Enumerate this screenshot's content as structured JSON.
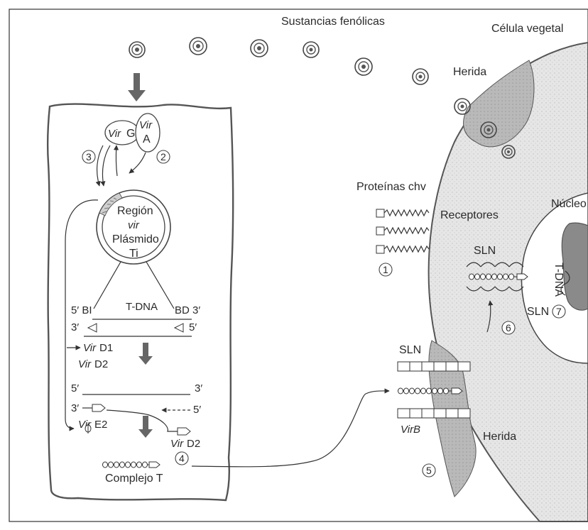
{
  "labels": {
    "phenolics": "Sustancias fenólicas",
    "plant_cell": "Célula vegetal",
    "wound_top": "Herida",
    "wound_bottom": "Herida",
    "chv_proteins": "Proteínas chv",
    "receptors": "Receptores",
    "nucleus": "Núcleo",
    "tdna_nucleus": "T-DNA",
    "sln_top": "SLN",
    "sln_right": "SLN",
    "sln_left": "SLN",
    "virb": "VirB",
    "vir_g_italic": "Vir",
    "vir_g_letter": "G",
    "vir_a_italic": "Vir",
    "vir_a_letter": "A",
    "region_1": "Región",
    "region_2": "vir",
    "region_3": "Plásmido",
    "region_4": "Ti",
    "five_prime_bi": "5′ BI",
    "tdna": "T-DNA",
    "bd_three": "BD 3′",
    "three_left": "3′",
    "five_right": "5′",
    "vird1_italic": "Vir",
    "vird1_rest": "D1",
    "vird2_italic": "Vir",
    "vird2_rest": "D2",
    "five_left2": "5′",
    "three_right2": "3′",
    "three_left3": "3′",
    "five_right3": "5′",
    "vire2_italic": "Vir",
    "vire2_rest": "E2",
    "vird2b_italic": "Vir",
    "vird2b_rest": "D2",
    "complex_t": "Complejo T"
  },
  "steps": [
    "1",
    "2",
    "3",
    "4",
    "5",
    "6",
    "7"
  ]
}
